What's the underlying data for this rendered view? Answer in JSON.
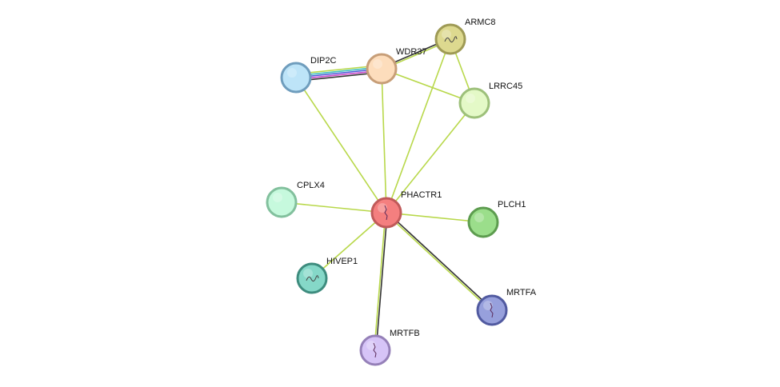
{
  "network": {
    "nodes": [
      {
        "id": "PHACTR1",
        "label": "PHACTR1",
        "fill": "#f47f7f",
        "stroke": "#c05a5a",
        "glyph": "strand"
      },
      {
        "id": "ARMC8",
        "label": "ARMC8",
        "fill": "#ddd98f",
        "stroke": "#9e9a55",
        "glyph": "coil"
      },
      {
        "id": "WDR37",
        "label": "WDR37",
        "fill": "#fdddbc",
        "stroke": "#c79e78",
        "glyph": "none"
      },
      {
        "id": "DIP2C",
        "label": "DIP2C",
        "fill": "#bde4f8",
        "stroke": "#6f9dbd",
        "glyph": "none"
      },
      {
        "id": "LRRC45",
        "label": "LRRC45",
        "fill": "#e4f9c7",
        "stroke": "#9dc07a",
        "glyph": "none"
      },
      {
        "id": "CPLX4",
        "label": "CPLX4",
        "fill": "#c6f9dd",
        "stroke": "#82c09d",
        "glyph": "none"
      },
      {
        "id": "PLCH1",
        "label": "PLCH1",
        "fill": "#9bde8b",
        "stroke": "#5d9c4f",
        "glyph": "none"
      },
      {
        "id": "HIVEP1",
        "label": "HIVEP1",
        "fill": "#85d8c8",
        "stroke": "#3e8c7e",
        "glyph": "coil"
      },
      {
        "id": "MRTFA",
        "label": "MRTFA",
        "fill": "#97a0dc",
        "stroke": "#515aa0",
        "glyph": "strand"
      },
      {
        "id": "MRTFB",
        "label": "MRTFB",
        "fill": "#d6c4f7",
        "stroke": "#9580b8",
        "glyph": "strand"
      }
    ],
    "edges": [
      {
        "from": "PHACTR1",
        "to": "ARMC8",
        "colors": [
          "#b8d84a"
        ]
      },
      {
        "from": "PHACTR1",
        "to": "WDR37",
        "colors": [
          "#b8d84a"
        ]
      },
      {
        "from": "PHACTR1",
        "to": "DIP2C",
        "colors": [
          "#b8d84a"
        ]
      },
      {
        "from": "PHACTR1",
        "to": "LRRC45",
        "colors": [
          "#b8d84a"
        ]
      },
      {
        "from": "PHACTR1",
        "to": "CPLX4",
        "colors": [
          "#b8d84a"
        ]
      },
      {
        "from": "PHACTR1",
        "to": "PLCH1",
        "colors": [
          "#b8d84a"
        ]
      },
      {
        "from": "PHACTR1",
        "to": "HIVEP1",
        "colors": [
          "#b8d84a"
        ]
      },
      {
        "from": "PHACTR1",
        "to": "MRTFA",
        "colors": [
          "#333333",
          "#b8d84a"
        ]
      },
      {
        "from": "PHACTR1",
        "to": "MRTFB",
        "colors": [
          "#333333",
          "#b8d84a"
        ]
      },
      {
        "from": "WDR37",
        "to": "ARMC8",
        "colors": [
          "#333333",
          "#b8d84a"
        ]
      },
      {
        "from": "WDR37",
        "to": "LRRC45",
        "colors": [
          "#b8d84a"
        ]
      },
      {
        "from": "ARMC8",
        "to": "LRRC45",
        "colors": [
          "#b8d84a"
        ]
      },
      {
        "from": "DIP2C",
        "to": "WDR37",
        "colors": [
          "#b8d84a",
          "#3fbfbf",
          "#4a5ad8",
          "#c84ac8",
          "#333333"
        ]
      }
    ]
  }
}
